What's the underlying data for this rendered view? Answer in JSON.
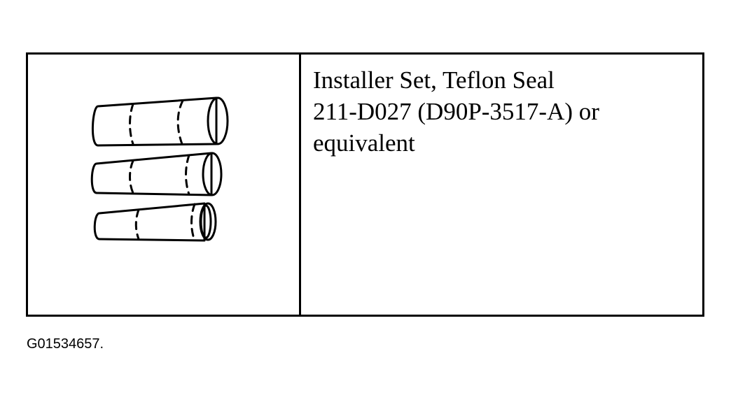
{
  "tool": {
    "description_lines": [
      "Installer Set, Teflon Seal",
      "211-D027 (D90P-3517-A) or",
      "equivalent"
    ],
    "illustration_icon": "seal-installer-set-icon"
  },
  "figure_id": "G01534657."
}
